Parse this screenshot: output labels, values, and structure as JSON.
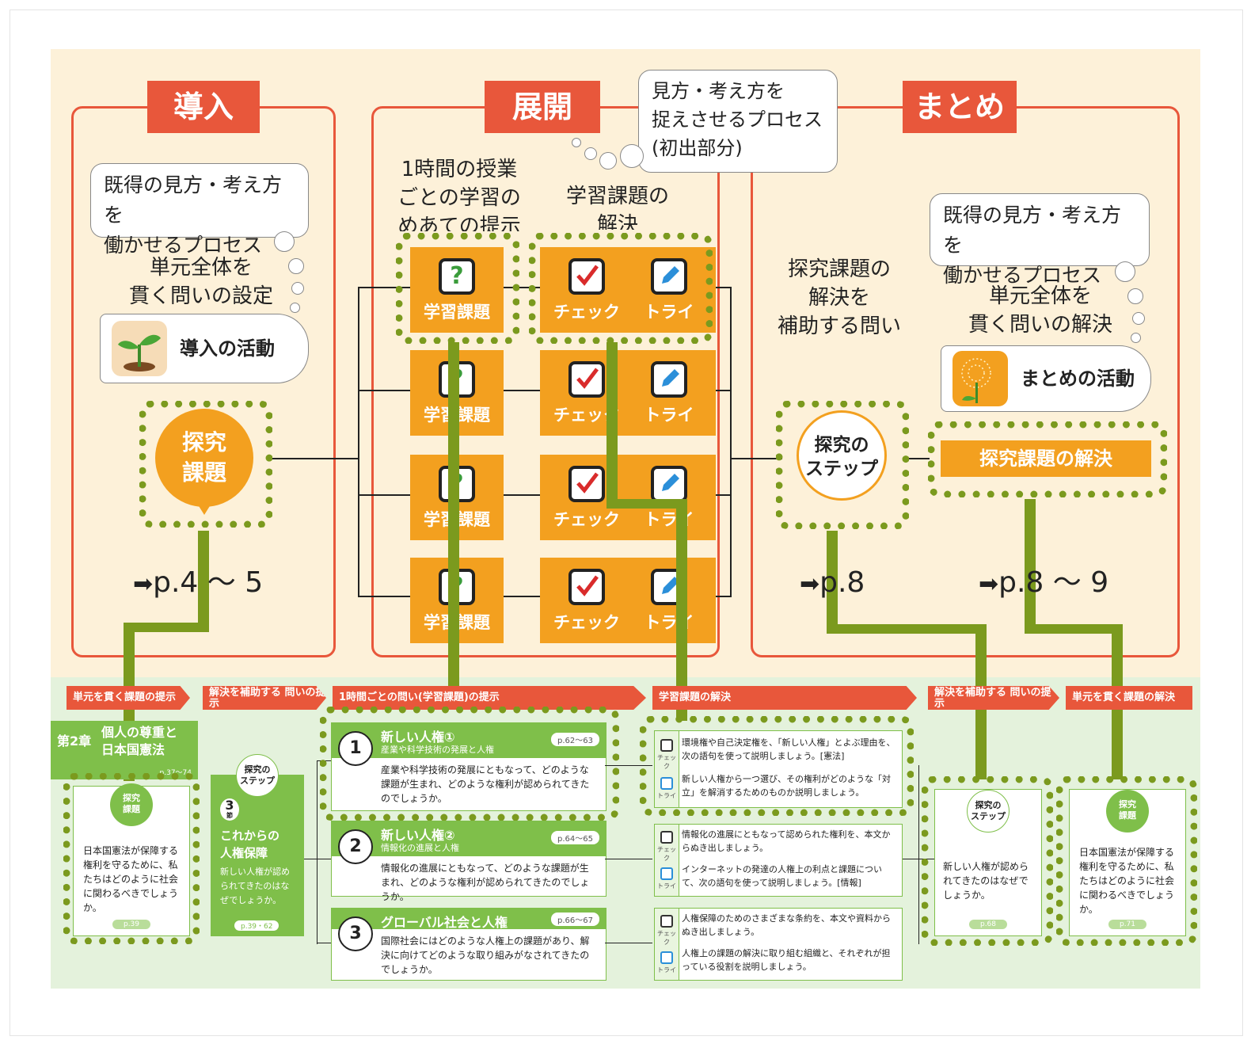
{
  "sections": {
    "intro": {
      "label": "導入"
    },
    "develop": {
      "label": "展開"
    },
    "summary": {
      "label": "まとめ"
    }
  },
  "bubbles": {
    "intro_process": [
      "既得の見方・考え方を",
      "働かせるプロセス"
    ],
    "develop_process": [
      "見方・考え方を",
      "捉えさせるプロセス",
      "(初出部分)"
    ],
    "summary_process": [
      "既得の見方・考え方を",
      "働かせるプロセス"
    ]
  },
  "labels": {
    "intro_question": [
      "単元全体を",
      "貫く問いの設定"
    ],
    "lesson_goal": [
      "1時間の授業",
      "ごとの学習の",
      "めあての提示"
    ],
    "task_solve": [
      "学習課題の",
      "解決"
    ],
    "inquiry_help": [
      "探究課題の",
      "解決を",
      "補助する問い"
    ],
    "summary_question": [
      "単元全体を",
      "貫く問いの解決"
    ]
  },
  "activities": {
    "intro": "導入の活動",
    "summary": "まとめの活動"
  },
  "badges": {
    "inquiry_task": [
      "探究",
      "課題"
    ],
    "inquiry_step": [
      "探究の",
      "ステップ"
    ],
    "inquiry_solve": "探究課題の解決"
  },
  "tiles": {
    "task": "学習課題",
    "check": "チェック",
    "try": "トライ"
  },
  "page_refs": {
    "intro": "p.4 〜 5",
    "step": "p.8",
    "summary": "p.8 〜 9"
  },
  "flow_headers": [
    "単元を貫く課題の提示",
    "解決を補助する 問いの提示",
    "1時間ごとの問い(学習課題)の提示",
    "学習課題の解決",
    "解決を補助する 問いの提示",
    "単元を貫く課題の解決"
  ],
  "chapter": {
    "no_label": "第2章",
    "title": [
      "個人の尊重と",
      "日本国憲法"
    ],
    "pages": "p.37〜74"
  },
  "bottom_cards": {
    "task_card": {
      "badge": [
        "探究",
        "課題"
      ],
      "text": "日本国憲法が保障する権利を守るために、私たちはどのように社会に関わるべきでしょうか。",
      "page": "p.39"
    },
    "step_section": {
      "badge": [
        "探究の",
        "ステップ"
      ],
      "no": "3",
      "no_suffix": "節",
      "title": [
        "これからの",
        "人権保障"
      ],
      "text": "新しい人権が認められてきたのはなぜでしょうか。",
      "page": "p.39・62"
    },
    "step_card": {
      "badge": [
        "探究の",
        "ステップ"
      ],
      "text": "新しい人権が認められてきたのはなぜでしょうか。",
      "page": "p.68"
    },
    "solve_card": {
      "badge": [
        "探究",
        "課題"
      ],
      "text": "日本国憲法が保障する権利を守るために、私たちはどのように社会に関わるべきでしょうか。",
      "page": "p.71"
    }
  },
  "lessons": [
    {
      "no": "1",
      "title": "新しい人権①",
      "sub": "産業や科学技術の発展と人権",
      "page": "p.62〜63",
      "body": "産業や科学技術の発展にともなって、どのような課題が生まれ、どのような権利が認められてきたのでしょうか。"
    },
    {
      "no": "2",
      "title": "新しい人権②",
      "sub": "情報化の進展と人権",
      "page": "p.64〜65",
      "body": "情報化の進展にともなって、どのような課題が生まれ、どのような権利が認められてきたのでしょうか。"
    },
    {
      "no": "3",
      "title": "グローバル社会と人権",
      "sub": "",
      "page": "p.66〜67",
      "body": "国際社会にはどのような人権上の課題があり、解決に向けてどのような取り組みがなされてきたのでしょうか。"
    }
  ],
  "checks": [
    {
      "check": "環境権や自己決定権を、「新しい人権」とよぶ理由を、次の語句を使って説明しましょう。[憲法]",
      "try": "新しい人権から一つ選び、その権利がどのような「対立」を解消するためのものか説明しましょう。"
    },
    {
      "check": "情報化の進展にともなって認められた権利を、本文からぬき出しましょう。",
      "try": "インターネットの発達の人権上の利点と課題について、次の語句を使って説明しましょう。[情報]"
    },
    {
      "check": "人権保障のためのさまざまな条約を、本文や資料からぬき出しましょう。",
      "try": "人権上の課題の解決に取り組む組織と、それぞれが担っている役割を説明しましょう。"
    }
  ],
  "mini_labels": {
    "check": "チェック",
    "try": "トライ"
  },
  "colors": {
    "orange_red": "#e8573b",
    "amber": "#f3a01f",
    "olive": "#7b9a1e",
    "green": "#7fbf4a",
    "cream": "#fdf1d9",
    "mint": "#e4f2dc"
  }
}
